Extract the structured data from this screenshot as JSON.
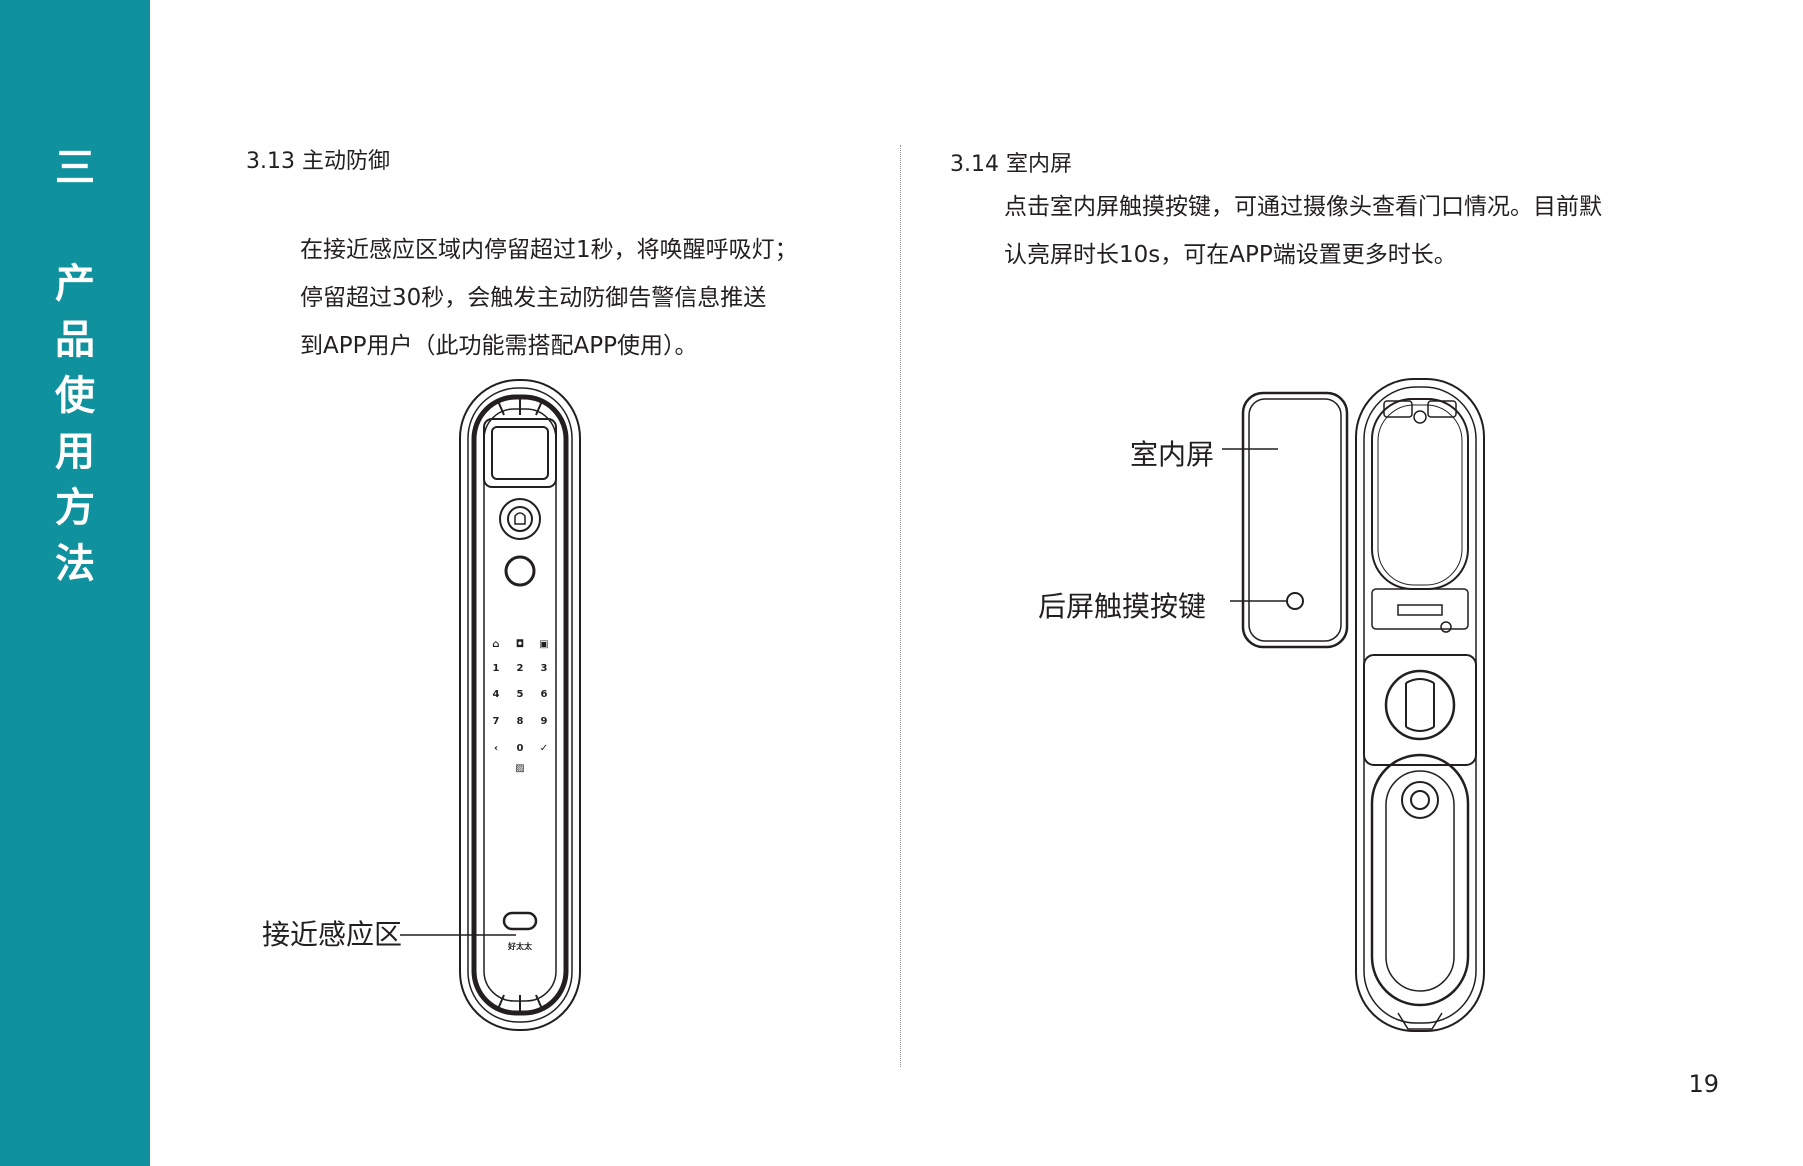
{
  "sidebar": {
    "chapter": "三",
    "title_chars": [
      "产",
      "品",
      "使",
      "用",
      "方",
      "法"
    ]
  },
  "left": {
    "section_title": "3.13 主动防御",
    "paragraph": [
      "在接近感应区域内停留超过1秒，将唤醒呼吸灯；",
      "停留超过30秒，会触发主动防御告警信息推送",
      "到APP用户（此功能需搭配APP使用）。"
    ],
    "callout": "接近感应区",
    "keypad": {
      "top_icons": [
        "home-icon",
        "lock-icon",
        "unlock-icon"
      ],
      "rows": [
        [
          "1",
          "2",
          "3"
        ],
        [
          "4",
          "5",
          "6"
        ],
        [
          "7",
          "8",
          "9"
        ],
        [
          "‹",
          "0",
          "✓"
        ]
      ],
      "brand": "好太太"
    }
  },
  "right": {
    "section_title": "3.14 室内屏",
    "paragraph": [
      "点击室内屏触摸按键，可通过摄像头查看门口情况。目前默",
      "认亮屏时长10s，可在APP端设置更多时长。"
    ],
    "callout_screen": "室内屏",
    "callout_button": "后屏触摸按键"
  },
  "page_number": "19",
  "colors": {
    "sidebar": "#0f929d",
    "text": "#231f20"
  }
}
